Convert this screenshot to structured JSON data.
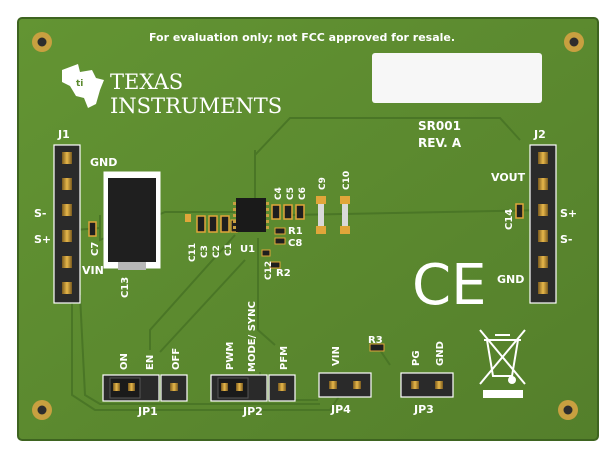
{
  "notice": "For evaluation only; not FCC approved for resale.",
  "brand": {
    "line1": "TEXAS",
    "line2": "INSTRUMENTS"
  },
  "board_id": {
    "name": "SR001",
    "rev": "REV. A"
  },
  "j1": {
    "ref": "J1",
    "pins": [
      "GND",
      "S-",
      "S+",
      "VIN"
    ]
  },
  "j2": {
    "ref": "J2",
    "pins": [
      "VOUT",
      "S+",
      "S-",
      "GND"
    ]
  },
  "components": [
    "C13",
    "C7",
    "C11",
    "C3",
    "C2",
    "C1",
    "U1",
    "C4",
    "C5",
    "C6",
    "C9",
    "C10",
    "R1",
    "C8",
    "C12",
    "R2",
    "C14",
    "R3"
  ],
  "jumpers": [
    {
      "ref": "JP1",
      "labels": [
        "ON",
        "EN",
        "OFF"
      ]
    },
    {
      "ref": "JP2",
      "labels": [
        "PWM",
        "MODE/ SYNC",
        "PFM"
      ]
    },
    {
      "ref": "JP4",
      "labels": [
        "VIN"
      ]
    },
    {
      "ref": "JP3",
      "labels": [
        "PG",
        "GND"
      ]
    }
  ],
  "marks": {
    "ce": "CE"
  },
  "colors": {
    "pcb": "#5b8a2e",
    "pcb_edge": "#4a7424",
    "silkscreen": "#ffffff",
    "pad": "#e0a63a",
    "header": "#2a2a2a"
  }
}
